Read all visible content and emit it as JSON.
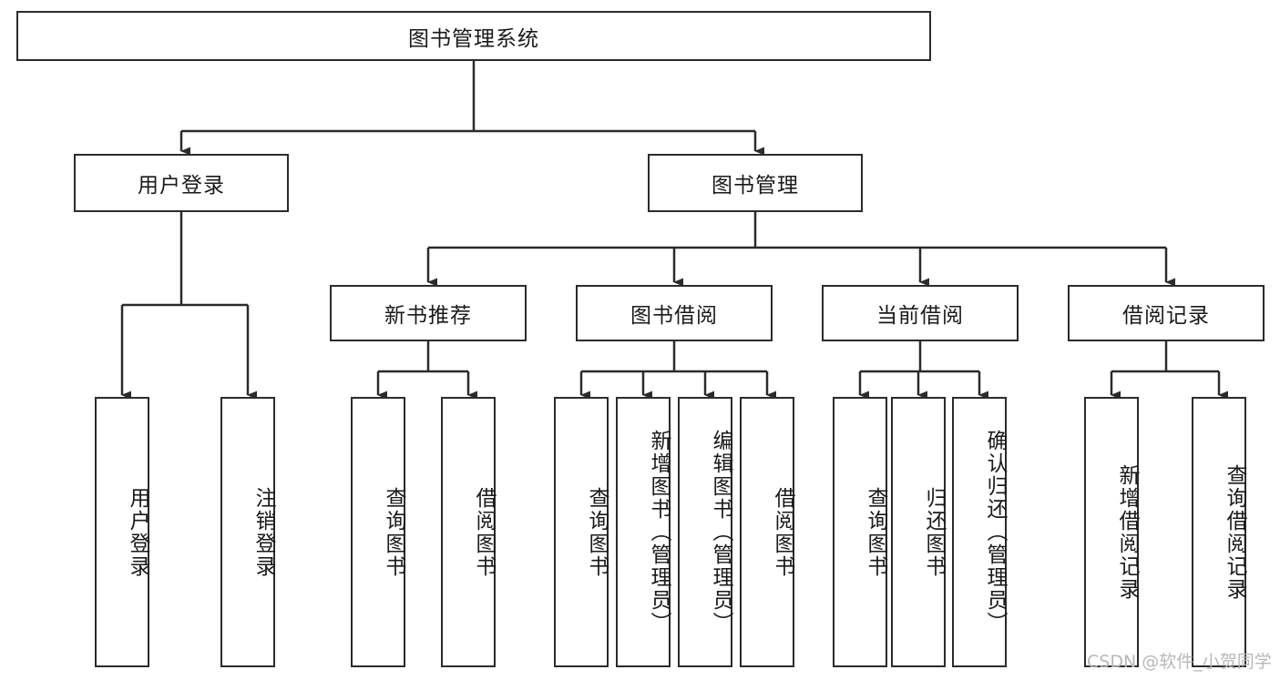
{
  "diagram": {
    "type": "tree-hierarchy",
    "title": "图书管理系统",
    "watermark": "CSDN @软件_小贺同学",
    "colors": {
      "stroke": "#2b2b2b",
      "fill": "#ffffff",
      "text": "#1a1a1a",
      "watermark": "#b8b8b8"
    },
    "levels": {
      "root": {
        "label": "图书管理系统"
      },
      "level2": [
        {
          "label": "用户登录"
        },
        {
          "label": "图书管理"
        }
      ],
      "level3": [
        {
          "label": "新书推荐"
        },
        {
          "label": "图书借阅"
        },
        {
          "label": "当前借阅"
        },
        {
          "label": "借阅记录"
        }
      ]
    },
    "leaves": {
      "user_login": [
        {
          "label": "用户登录"
        },
        {
          "label": "注销登录"
        }
      ],
      "new_book_recommend": [
        {
          "label": "查询图书"
        },
        {
          "label": "借阅图书"
        }
      ],
      "book_borrow": [
        {
          "label": "查询图书"
        },
        {
          "label": "新增图书（管理员）"
        },
        {
          "label": "编辑图书（管理员）"
        },
        {
          "label": "借阅图书"
        }
      ],
      "current_borrow": [
        {
          "label": "查询图书"
        },
        {
          "label": "归还图书"
        },
        {
          "label": "确认归还（管理员）"
        }
      ],
      "borrow_record": [
        {
          "label": "新增借阅记录"
        },
        {
          "label": "查询借阅记录"
        }
      ]
    }
  }
}
